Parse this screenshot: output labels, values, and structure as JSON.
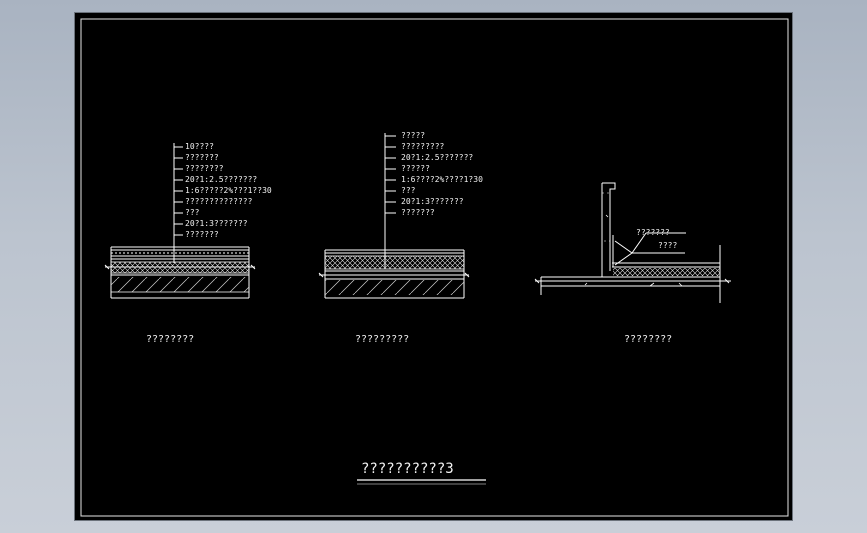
{
  "drawing": {
    "title": "??????????3",
    "details": [
      {
        "caption": "????????",
        "layers": [
          "10????",
          "???????",
          "????????",
          "20?1:2.5???????",
          "1:6?????2%???1??30",
          "??????????????",
          "???",
          "20?1:3???????",
          "???????"
        ]
      },
      {
        "caption": "?????????",
        "layers": [
          "?????",
          "?????????",
          "20?1:2.5???????",
          "??????",
          "1:6????2%????1?30",
          "???",
          "20?1:3???????",
          "???????"
        ]
      },
      {
        "caption": "????????",
        "layers": [
          "???????",
          "????"
        ]
      }
    ]
  },
  "colors": {
    "background": "#000000",
    "line": "#ffffff",
    "frame": "#e6e6e6"
  }
}
